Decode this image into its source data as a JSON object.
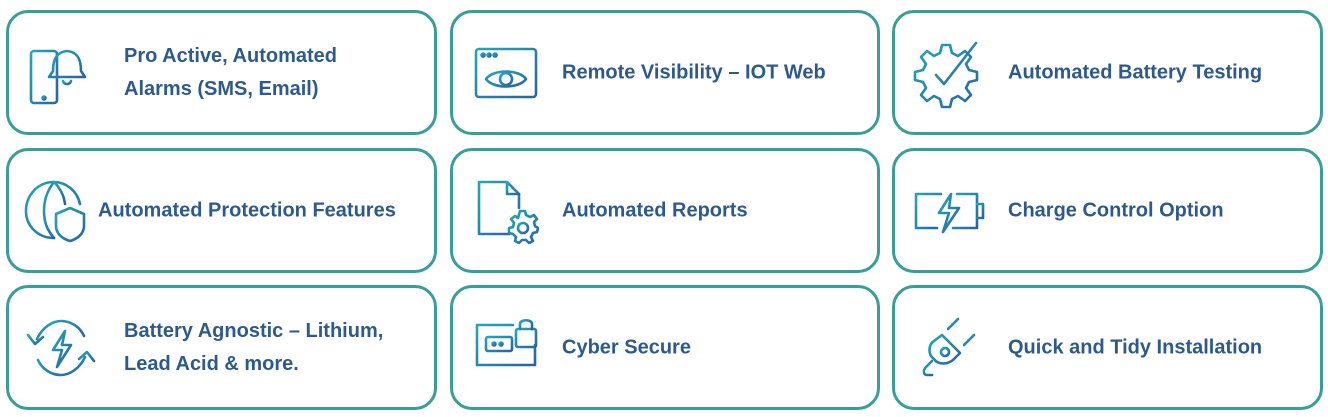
{
  "colors": {
    "border": "#3a9e98",
    "text": "#2e5a8a",
    "icon_teal": "#23a7b6",
    "icon_blue": "#2a62a3"
  },
  "features": [
    {
      "label_line1": "Pro Active, Automated",
      "label_line2": "Alarms (SMS, Email)",
      "icon": "phone-bell-icon"
    },
    {
      "label_line1": "Remote Visibility – IOT Web",
      "label_line2": "",
      "icon": "browser-eye-icon"
    },
    {
      "label_line1": "Automated Battery Testing",
      "label_line2": "",
      "icon": "gear-check-icon"
    },
    {
      "label_line1": "Automated Protection Features",
      "label_line2": "",
      "icon": "globe-shield-icon"
    },
    {
      "label_line1": "Automated Reports",
      "label_line2": "",
      "icon": "document-gear-icon"
    },
    {
      "label_line1": "Charge Control Option",
      "label_line2": "",
      "icon": "battery-charge-icon"
    },
    {
      "label_line1": "Battery Agnostic – Lithium,",
      "label_line2": "Lead Acid & more.",
      "icon": "cycle-bolt-icon"
    },
    {
      "label_line1": "Cyber Secure",
      "label_line2": "",
      "icon": "monitor-lock-icon"
    },
    {
      "label_line1": "Quick and Tidy Installation",
      "label_line2": "",
      "icon": "plug-icon"
    }
  ]
}
